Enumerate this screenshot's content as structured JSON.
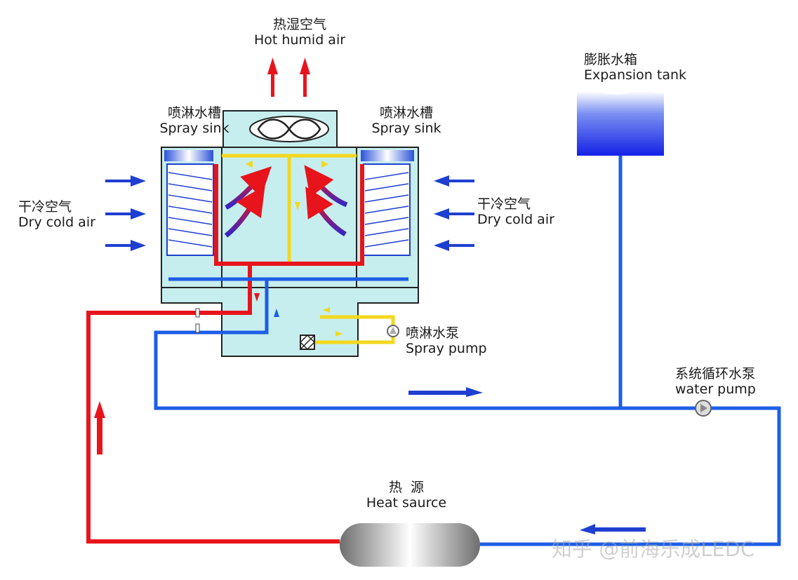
{
  "labels": {
    "hot_air": {
      "zh": "热湿空气",
      "en": "Hot humid air"
    },
    "spray_sink_left": {
      "zh": "喷淋水槽",
      "en": "Spray sink"
    },
    "spray_sink_right": {
      "zh": "喷淋水槽",
      "en": "Spray sink"
    },
    "dry_air_left": {
      "zh": "干冷空气",
      "en": "Dry cold air"
    },
    "dry_air_right": {
      "zh": "干冷空气",
      "en": "Dry cold air"
    },
    "expansion_tank": {
      "zh": "膨胀水箱",
      "en": "Expansion tank"
    },
    "spray_pump": {
      "zh": "喷淋水泵",
      "en": "Spray pump"
    },
    "water_pump": {
      "zh": "系统循环水泵",
      "en": "water pump"
    },
    "heat_source": {
      "zh": "热  源",
      "en": "Heat saurce"
    }
  },
  "watermark": "知乎 @前海乐成LEDC",
  "colors": {
    "hot_pipe": "#e8141c",
    "cold_pipe": "#1c5ee6",
    "spray_pipe": "#f2d81e",
    "tower_fill": "#c6eeee",
    "arrow_blue": "#1f3fd0"
  }
}
